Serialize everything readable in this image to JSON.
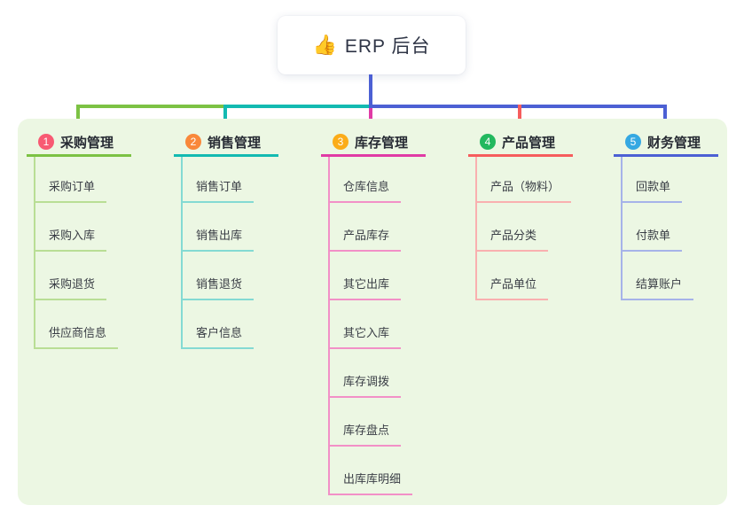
{
  "root": {
    "icon": "👍",
    "title": "ERP 后台"
  },
  "connector": {
    "root_color": "#4c60d4"
  },
  "panel": {
    "bg": "#ecf7e3"
  },
  "branches": [
    {
      "num": "1",
      "label": "采购管理",
      "color": "#7cc244",
      "light": "#b9de95",
      "badge": "#f85a73",
      "children": [
        "采购订单",
        "采购入库",
        "采购退货",
        "供应商信息"
      ]
    },
    {
      "num": "2",
      "label": "销售管理",
      "color": "#13bab1",
      "light": "#84dad3",
      "badge": "#f9883a",
      "children": [
        "销售订单",
        "销售出库",
        "销售退货",
        "客户信息"
      ]
    },
    {
      "num": "3",
      "label": "库存管理",
      "color": "#e03ba5",
      "light": "#f290c7",
      "badge": "#fbac19",
      "children": [
        "仓库信息",
        "产品库存",
        "其它出库",
        "其它入库",
        "库存调拨",
        "库存盘点",
        "出库库明细"
      ]
    },
    {
      "num": "4",
      "label": "产品管理",
      "color": "#f65d5d",
      "light": "#f9b0b0",
      "badge": "#22b85e",
      "children": [
        "产品（物料）",
        "产品分类",
        "产品单位"
      ]
    },
    {
      "num": "5",
      "label": "财务管理",
      "color": "#4c60d4",
      "light": "#a6b3e9",
      "badge": "#35a8e2",
      "children": [
        "回款单",
        "付款单",
        "结算账户"
      ]
    }
  ]
}
